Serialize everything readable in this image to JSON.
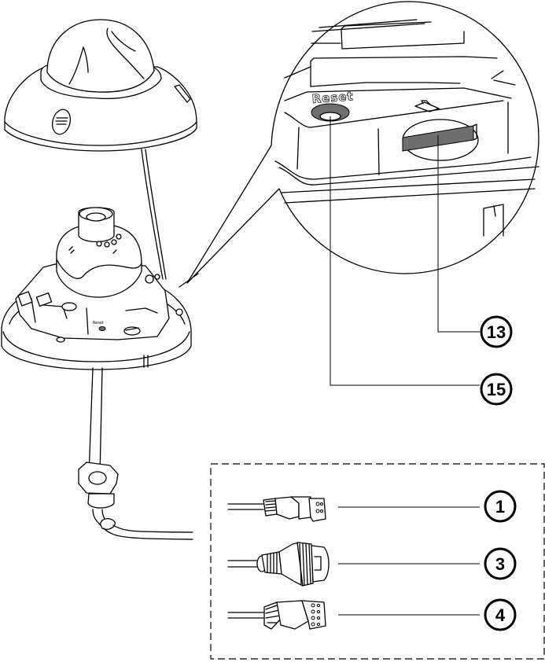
{
  "diagram": {
    "title": "Dome camera components and cable connectors",
    "magnified_detail": {
      "reset_label": "Reset",
      "sd_card_icon": "sd-card-icon"
    },
    "callouts": [
      {
        "number": "13",
        "target": "sd-card-slot"
      },
      {
        "number": "15",
        "target": "reset-button"
      },
      {
        "number": "1",
        "target": "network-connector"
      },
      {
        "number": "3",
        "target": "waterproof-network-connector"
      },
      {
        "number": "4",
        "target": "power-connector"
      }
    ],
    "colors": {
      "line": "#000000",
      "fill_grey": "#6e6e6e",
      "background": "#ffffff"
    }
  }
}
